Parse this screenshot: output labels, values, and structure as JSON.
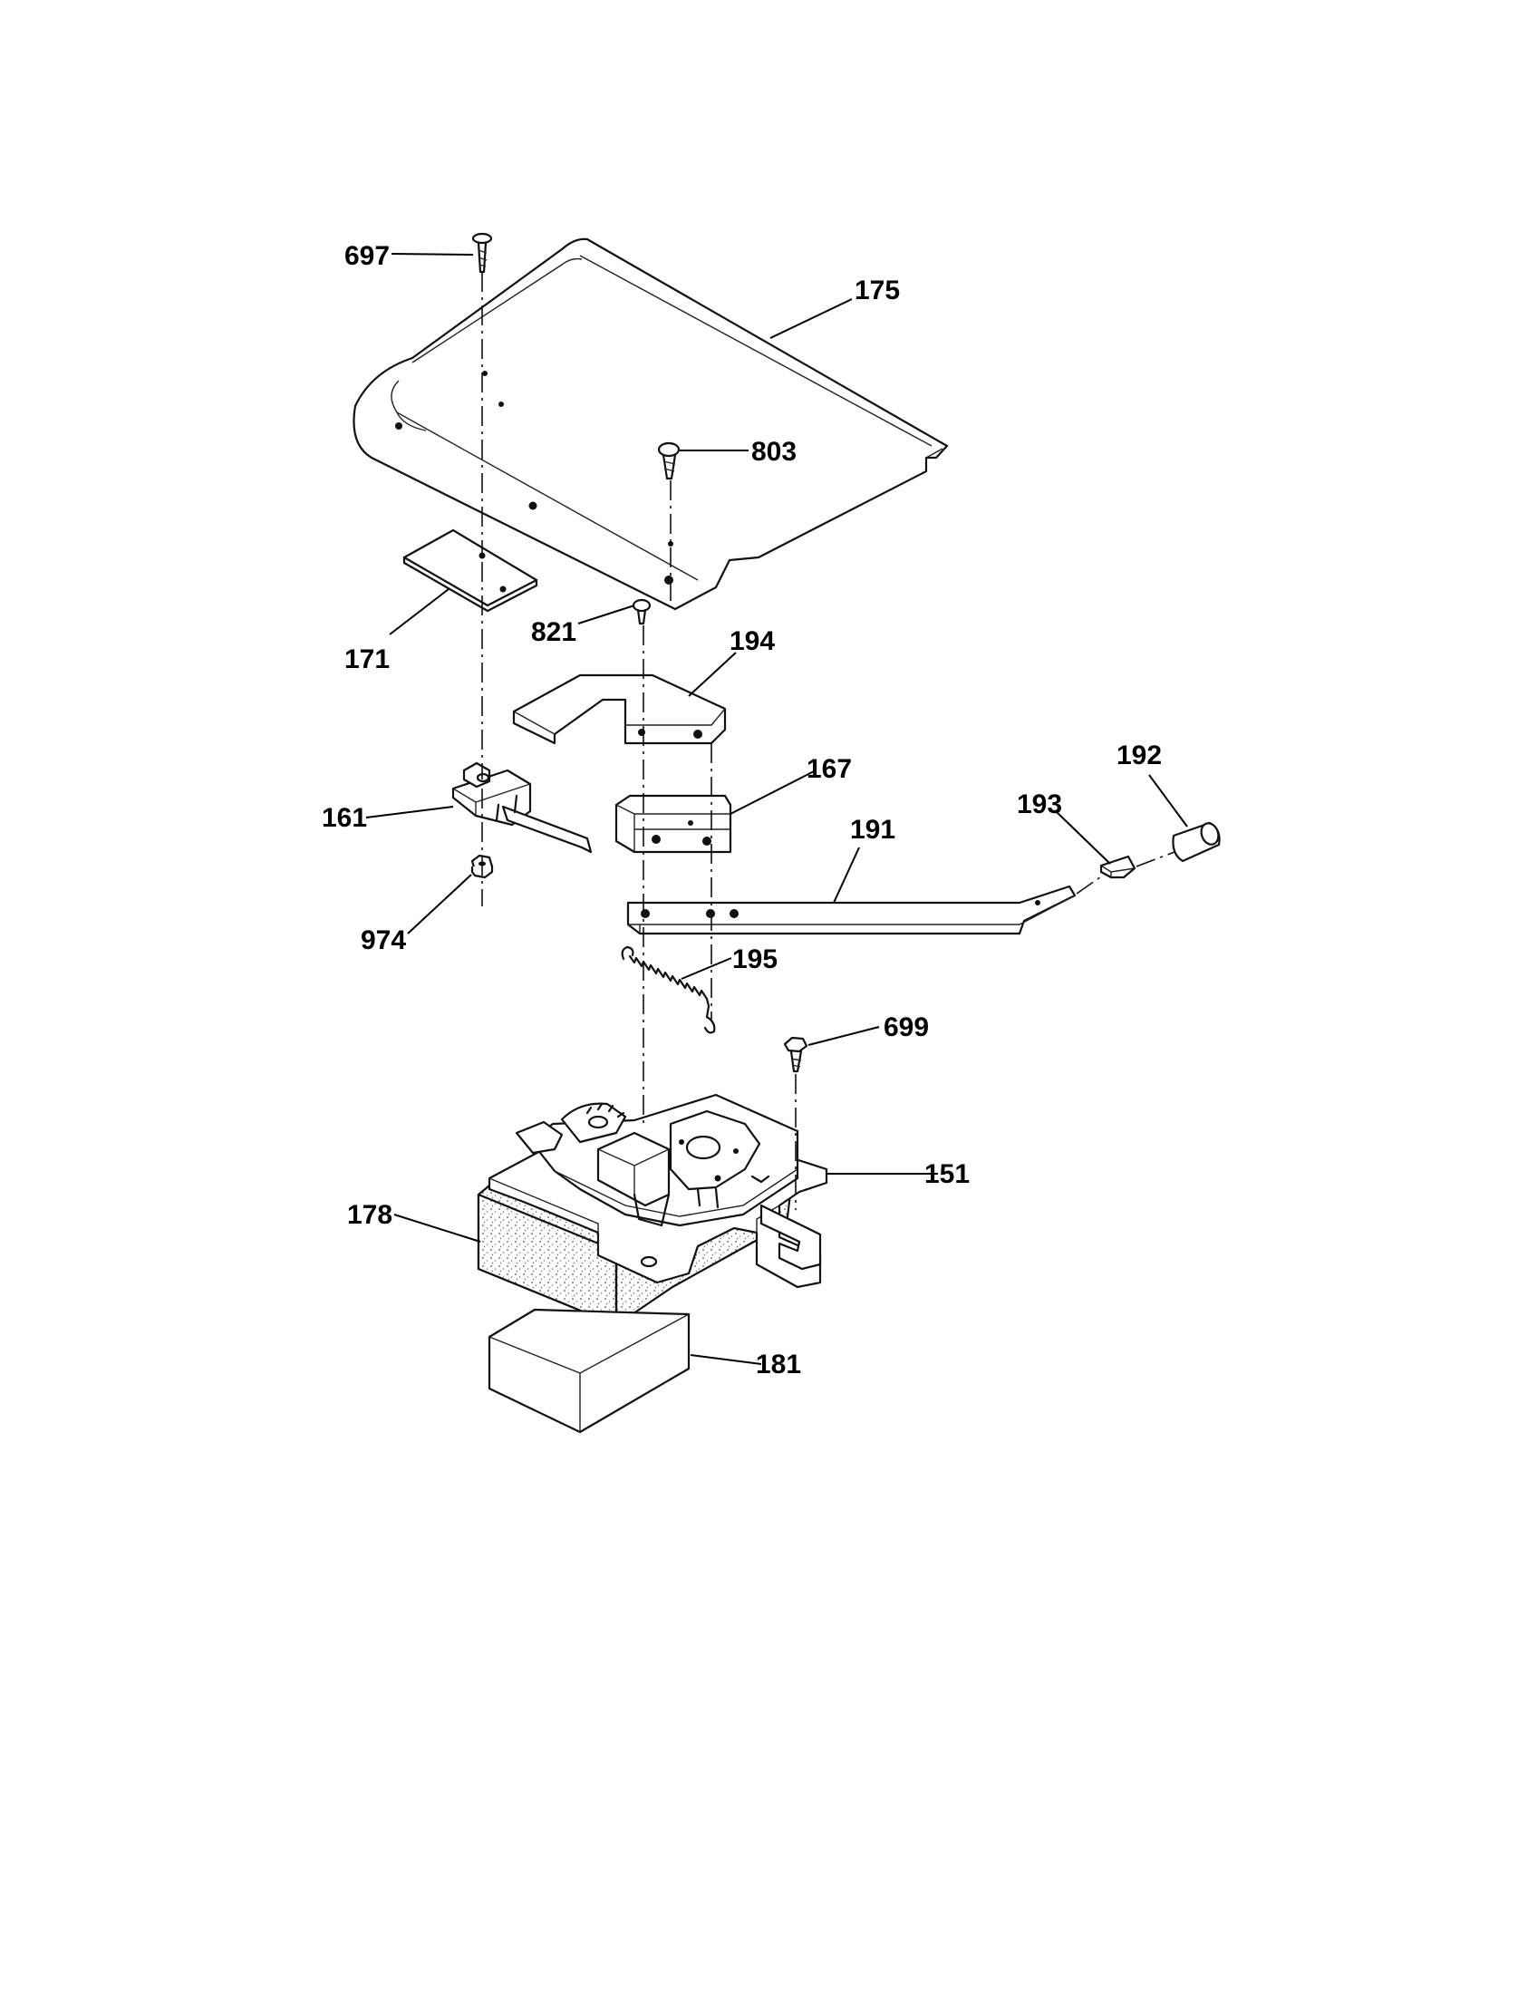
{
  "diagram": {
    "parts": [
      {
        "id": "p697",
        "label": "697"
      },
      {
        "id": "p175",
        "label": "175"
      },
      {
        "id": "p803",
        "label": "803"
      },
      {
        "id": "p171",
        "label": "171"
      },
      {
        "id": "p821",
        "label": "821"
      },
      {
        "id": "p194",
        "label": "194"
      },
      {
        "id": "p161",
        "label": "161"
      },
      {
        "id": "p167",
        "label": "167"
      },
      {
        "id": "p191",
        "label": "191"
      },
      {
        "id": "p193",
        "label": "193"
      },
      {
        "id": "p192",
        "label": "192"
      },
      {
        "id": "p974",
        "label": "974"
      },
      {
        "id": "p195",
        "label": "195"
      },
      {
        "id": "p699",
        "label": "699"
      },
      {
        "id": "p151",
        "label": "151"
      },
      {
        "id": "p178",
        "label": "178"
      },
      {
        "id": "p181",
        "label": "181"
      }
    ]
  }
}
